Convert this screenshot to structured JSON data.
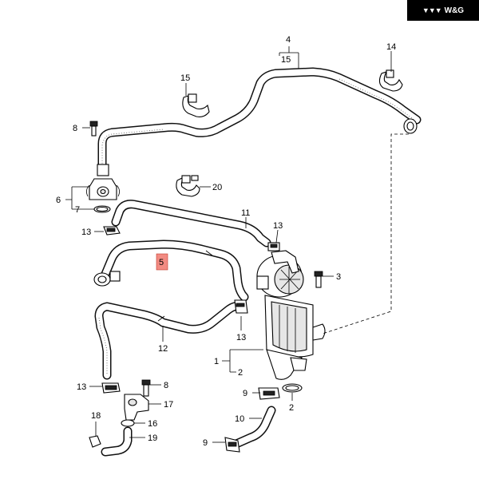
{
  "brand": {
    "text": "W&G"
  },
  "highlight_color": "#f28b82",
  "highlighted_part": "5",
  "labels": {
    "p1": "1",
    "p2": "2",
    "p2b": "2",
    "p3": "3",
    "p4": "4",
    "p5": "5",
    "p6": "6",
    "p7": "7",
    "p8a": "8",
    "p8b": "8",
    "p9a": "9",
    "p9b": "9",
    "p10": "10",
    "p11": "11",
    "p12": "12",
    "p13a": "13",
    "p13b": "13",
    "p13c": "13",
    "p13d": "13",
    "p14": "14",
    "p15a": "15",
    "p15b": "15",
    "p16": "16",
    "p17": "17",
    "p18": "18",
    "p19": "19",
    "p20": "20"
  }
}
